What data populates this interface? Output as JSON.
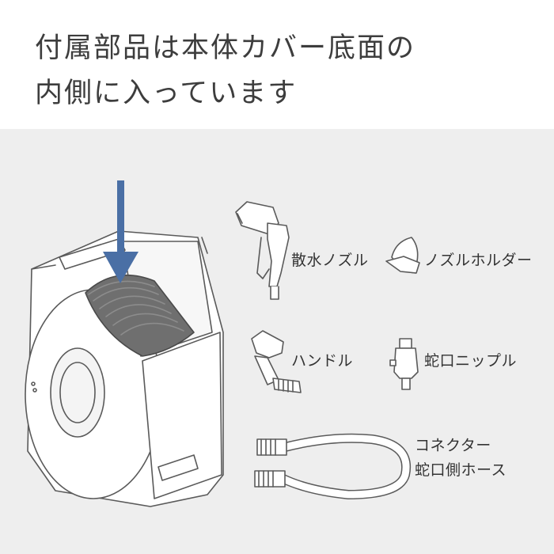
{
  "heading": {
    "line1": "付属部品は本体カバー底面の",
    "line2": "内側に入っています"
  },
  "parts": {
    "spray_nozzle": "散水ノズル",
    "nozzle_holder": "ノズルホルダー",
    "handle": "ハンドル",
    "faucet_nipple": "蛇口ニップル",
    "connector_hose_line1": "コネクター",
    "connector_hose_line2": "蛇口側ホース"
  },
  "colors": {
    "panel_background": "#eeeeee",
    "arrow": "#4a6fa5",
    "hose_drum": "#707070",
    "outline": "#5a5a5a"
  }
}
